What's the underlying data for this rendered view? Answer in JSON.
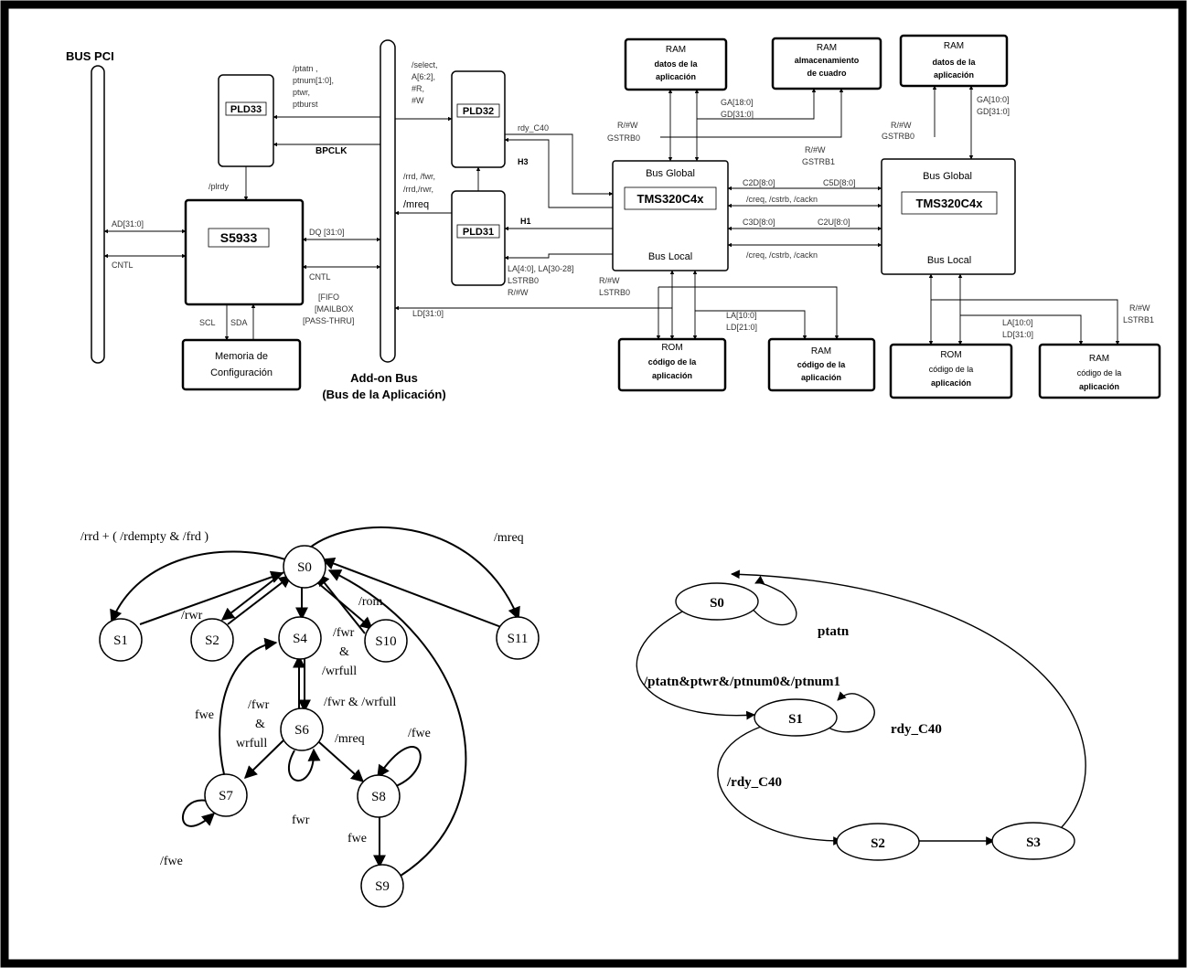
{
  "block_diagram": {
    "bus_pci": "BUS PCI",
    "pld33": "PLD33",
    "pld32": "PLD32",
    "pld31": "PLD31",
    "s5933": "S5933",
    "memoria": [
      "Memoria de",
      "Configuración"
    ],
    "addon": [
      "Add-on Bus",
      "(Bus de la Aplicación)"
    ],
    "bpclk": "BPCLK",
    "ptatn_group": [
      "/ptatn ,",
      "ptnum[1:0],",
      "ptwr,",
      "ptburst"
    ],
    "select_group": [
      "/select,",
      "A[6:2],",
      "#R,",
      "#W"
    ],
    "plrdy": "/plrdy",
    "ad": "AD[31:0]",
    "cntl_left": "CNTL",
    "dq": "DQ [31:0]",
    "cntl_right": "CNTL",
    "fifo_group": [
      "[FIFO",
      "[MAILBOX",
      "[PASS-THRU]"
    ],
    "scl": "SCL",
    "sda": "SDA",
    "rdy_c40": "rdy_C40",
    "h3": "H3",
    "h1": "H1",
    "rrd_group": [
      "/rrd, /fwr,",
      "/rrd,/rwr,",
      "/mreq"
    ],
    "la_group": [
      "LA[4:0], LA[30-28]",
      "LSTRB0",
      "R/#W"
    ],
    "ld": "LD[31:0]",
    "rw_lstrb0": [
      "R/#W",
      "LSTRB0"
    ],
    "rw_gstrb0_left": [
      "R/#W",
      "GSTRB0"
    ],
    "rw_gstrb1": [
      "R/#W",
      "GSTRB1"
    ],
    "rw_gstrb0_right": [
      "R/#W",
      "GSTRB0"
    ],
    "rw_lstrb1": [
      "R/#W",
      "LSTRB1"
    ],
    "ga_gd_left": [
      "GA[18:0]",
      "GD[31:0]"
    ],
    "ga_gd_right": [
      "GA[10:0]",
      "GD[31:0]"
    ],
    "la_ld_left": [
      "LA[10:0]",
      "LD[21:0]"
    ],
    "la_ld_right": [
      "LA[10:0]",
      "LD[31:0]"
    ],
    "c2d": "C2D[8:0]",
    "c5d": "C5D[8:0]",
    "c3d": "C3D[8:0]",
    "c2u": "C2U[8:0]",
    "creq_top": "/creq, /cstrb, /cackn",
    "creq_bottom": "/creq, /cstrb, /cackn",
    "tms_left": {
      "top": "Bus Global",
      "name": "TMS320C4x",
      "bottom": "Bus Local"
    },
    "tms_right": {
      "top": "Bus Global",
      "name": "TMS320C4x",
      "bottom": "Bus Local"
    },
    "ram1": [
      "RAM",
      "datos de la",
      "aplicación"
    ],
    "ram2": [
      "RAM",
      "almacenamiento",
      "de cuadro"
    ],
    "ram3": [
      "RAM",
      "datos de la",
      "aplicación"
    ],
    "rom_left": [
      "ROM",
      "código de la",
      "aplicación"
    ],
    "ram_code_left": [
      "RAM",
      "código de la",
      "aplicación"
    ],
    "rom_right": [
      "ROM",
      "código de la",
      "aplicación"
    ],
    "ram_code_right": [
      "RAM",
      "código de la",
      "aplicación"
    ]
  },
  "fsm_left": {
    "states": {
      "s0": "S0",
      "s1": "S1",
      "s2": "S2",
      "s4": "S4",
      "s10": "S10",
      "s11": "S11",
      "s6": "S6",
      "s7": "S7",
      "s8": "S8",
      "s9": "S9"
    },
    "labels": {
      "rrd": "/rrd + ( /rdempty & /frd )",
      "mreq_top": "/mreq",
      "rwr": "/rwr",
      "rom": "/rom",
      "fwr_wrfull_a": [
        "/fwr",
        "&",
        "/wrfull"
      ],
      "fwr_wrfull_b": "/fwr &  /wrfull",
      "fwr_wrfull_c": [
        "/fwr",
        "&",
        "wrfull"
      ],
      "fwe_left": "fwe",
      "mreq_mid": "/mreq",
      "fwe_s8": "/fwe",
      "fwr": "fwr",
      "fwe_s7": "/fwe",
      "fwe_s9": "fwe"
    }
  },
  "fsm_right": {
    "states": {
      "s0": "S0",
      "s1": "S1",
      "s2": "S2",
      "s3": "S3"
    },
    "labels": {
      "ptatn": "ptatn",
      "transition": "/ptatn&ptwr&/ptnum0&/ptnum1",
      "rdy": "rdy_C40",
      "nrdy": "/rdy_C40"
    }
  }
}
